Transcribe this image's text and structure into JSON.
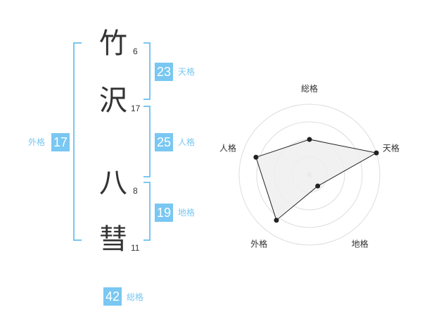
{
  "name": {
    "chars": [
      {
        "char": "竹",
        "strokes": "6"
      },
      {
        "char": "沢",
        "strokes": "17"
      },
      {
        "char": "八",
        "strokes": "8"
      },
      {
        "char": "彗",
        "strokes": "11"
      }
    ]
  },
  "kaku": {
    "tenkaku": {
      "value": "23",
      "label": "天格"
    },
    "jinkaku": {
      "value": "25",
      "label": "人格"
    },
    "chikaku": {
      "value": "19",
      "label": "地格"
    },
    "gaikaku": {
      "value": "17",
      "label": "外格"
    },
    "soukaku": {
      "value": "42",
      "label": "総格"
    }
  },
  "colors": {
    "accent": "#79c7f2",
    "text": "#333333",
    "polygon_fill": "#eeeeee"
  },
  "chart_data": {
    "type": "radar",
    "axes": [
      "総格",
      "天格",
      "地格",
      "外格",
      "人格"
    ],
    "values": [
      0.5,
      1.0,
      0.2,
      0.8,
      0.8
    ],
    "rings": 4
  }
}
